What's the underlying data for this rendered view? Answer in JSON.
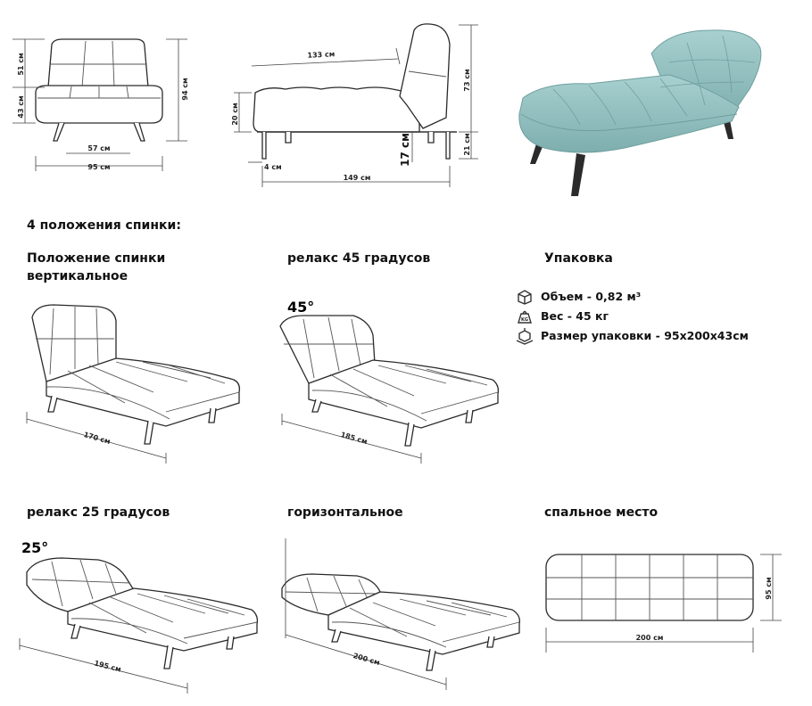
{
  "dims_top": {
    "front": {
      "back_h": "51 см",
      "seat_h": "43 см",
      "total_h": "94 см",
      "inner_w": "57 см",
      "total_w": "95 см"
    },
    "side": {
      "top_len": "133 см",
      "seat_th": "20 см",
      "leg_off": "4 см",
      "total_len": "149 см",
      "clear": "17 см",
      "leg_h": "21 см",
      "total_h": "73 см"
    }
  },
  "section_title": "4 положения спинки:",
  "positions": [
    {
      "title": "Положение спинки\nвертикальное",
      "length": "170 см",
      "angle": ""
    },
    {
      "title": "релакс 45 градусов",
      "length": "185 см",
      "angle": "45°"
    },
    {
      "title": "релакс 25 градусов",
      "length": "195 см",
      "angle": "25°"
    },
    {
      "title": "горизонтальное",
      "length": "200 см",
      "angle": ""
    }
  ],
  "packing": {
    "title": "Упаковка",
    "items": [
      {
        "icon": "box-volume-icon",
        "text": "Объем - 0,82 м³"
      },
      {
        "icon": "weight-kg-icon",
        "text": "Вес - 45 кг"
      },
      {
        "icon": "package-size-icon",
        "text": "Размер упаковки - 95х200х43см"
      }
    ]
  },
  "sleep": {
    "title": "спальное место",
    "width": "200 см",
    "depth": "95 см"
  },
  "colors": {
    "upholstery": "#8fbcbc",
    "legs": "#2b2b2b"
  }
}
